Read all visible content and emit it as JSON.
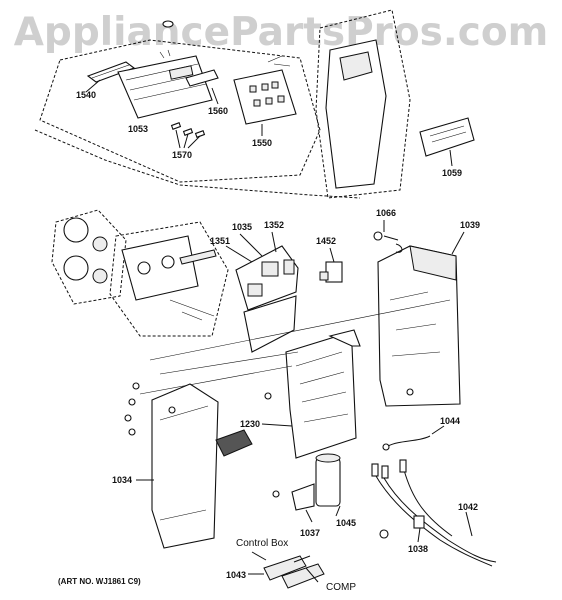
{
  "watermark": "AppliancePartsPros.com",
  "art_number": "(ART NO. WJ1861 C9)",
  "captions": {
    "control_box": "Control Box",
    "comp": "COMP"
  },
  "part_labels": {
    "p1540": "1540",
    "p1053": "1053",
    "p1560": "1560",
    "p1570": "1570",
    "p1550": "1550",
    "p1059": "1059",
    "p1035": "1035",
    "p1352": "1352",
    "p1351": "1351",
    "p1452": "1452",
    "p1066": "1066",
    "p1039": "1039",
    "p1230": "1230",
    "p1044": "1044",
    "p1034": "1034",
    "p1037": "1037",
    "p1045": "1045",
    "p1042": "1042",
    "p1038": "1038",
    "p1043": "1043"
  }
}
